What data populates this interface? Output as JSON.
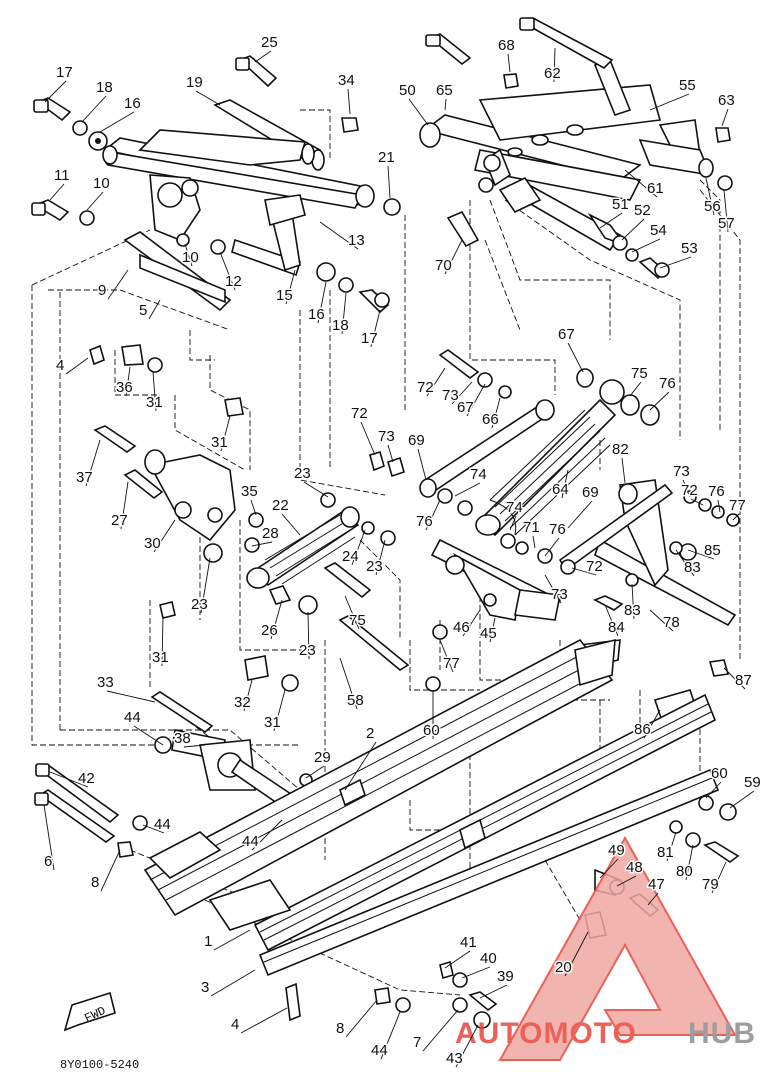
{
  "diagram": {
    "drawing_code": "8Y0100-5240",
    "fwd_label": "FWD",
    "callouts": [
      {
        "label": "17"
      },
      {
        "label": "18"
      },
      {
        "label": "16"
      },
      {
        "label": "19"
      },
      {
        "label": "25"
      },
      {
        "label": "34"
      },
      {
        "label": "50"
      },
      {
        "label": "65"
      },
      {
        "label": "68"
      },
      {
        "label": "62"
      },
      {
        "label": "55"
      },
      {
        "label": "63"
      },
      {
        "label": "11"
      },
      {
        "label": "10"
      },
      {
        "label": "21"
      },
      {
        "label": "13"
      },
      {
        "label": "61"
      },
      {
        "label": "56"
      },
      {
        "label": "57"
      },
      {
        "label": "51"
      },
      {
        "label": "52"
      },
      {
        "label": "54"
      },
      {
        "label": "53"
      },
      {
        "label": "10"
      },
      {
        "label": "12"
      },
      {
        "label": "9"
      },
      {
        "label": "5"
      },
      {
        "label": "15"
      },
      {
        "label": "16"
      },
      {
        "label": "18"
      },
      {
        "label": "17"
      },
      {
        "label": "70"
      },
      {
        "label": "4"
      },
      {
        "label": "36"
      },
      {
        "label": "31"
      },
      {
        "label": "67"
      },
      {
        "label": "75"
      },
      {
        "label": "76"
      },
      {
        "label": "72"
      },
      {
        "label": "73"
      },
      {
        "label": "67"
      },
      {
        "label": "66"
      },
      {
        "label": "31"
      },
      {
        "label": "72"
      },
      {
        "label": "73"
      },
      {
        "label": "69"
      },
      {
        "label": "37"
      },
      {
        "label": "23"
      },
      {
        "label": "35"
      },
      {
        "label": "22"
      },
      {
        "label": "27"
      },
      {
        "label": "74"
      },
      {
        "label": "64"
      },
      {
        "label": "82"
      },
      {
        "label": "73"
      },
      {
        "label": "72"
      },
      {
        "label": "76"
      },
      {
        "label": "77"
      },
      {
        "label": "30"
      },
      {
        "label": "28"
      },
      {
        "label": "24"
      },
      {
        "label": "23"
      },
      {
        "label": "76"
      },
      {
        "label": "74"
      },
      {
        "label": "71"
      },
      {
        "label": "76"
      },
      {
        "label": "69"
      },
      {
        "label": "85"
      },
      {
        "label": "72"
      },
      {
        "label": "83"
      },
      {
        "label": "23"
      },
      {
        "label": "26"
      },
      {
        "label": "23"
      },
      {
        "label": "75"
      },
      {
        "label": "73"
      },
      {
        "label": "46"
      },
      {
        "label": "45"
      },
      {
        "label": "84"
      },
      {
        "label": "83"
      },
      {
        "label": "78"
      },
      {
        "label": "31"
      },
      {
        "label": "77"
      },
      {
        "label": "32"
      },
      {
        "label": "58"
      },
      {
        "label": "31"
      },
      {
        "label": "87"
      },
      {
        "label": "33"
      },
      {
        "label": "60"
      },
      {
        "label": "86"
      },
      {
        "label": "44"
      },
      {
        "label": "38"
      },
      {
        "label": "2"
      },
      {
        "label": "29"
      },
      {
        "label": "60"
      },
      {
        "label": "59"
      },
      {
        "label": "42"
      },
      {
        "label": "44"
      },
      {
        "label": "44"
      },
      {
        "label": "81"
      },
      {
        "label": "49"
      },
      {
        "label": "48"
      },
      {
        "label": "80"
      },
      {
        "label": "79"
      },
      {
        "label": "6"
      },
      {
        "label": "8"
      },
      {
        "label": "47"
      },
      {
        "label": "1"
      },
      {
        "label": "41"
      },
      {
        "label": "20"
      },
      {
        "label": "40"
      },
      {
        "label": "3"
      },
      {
        "label": "39"
      },
      {
        "label": "4"
      },
      {
        "label": "8"
      },
      {
        "label": "44"
      },
      {
        "label": "7"
      },
      {
        "label": "43"
      }
    ]
  },
  "watermark": {
    "text_red": "AUTOMOTO",
    "text_gray": "HUB",
    "color_red": "#e8463c",
    "color_gray": "#8c8c8c",
    "icon": "warning-triangle-icon"
  }
}
